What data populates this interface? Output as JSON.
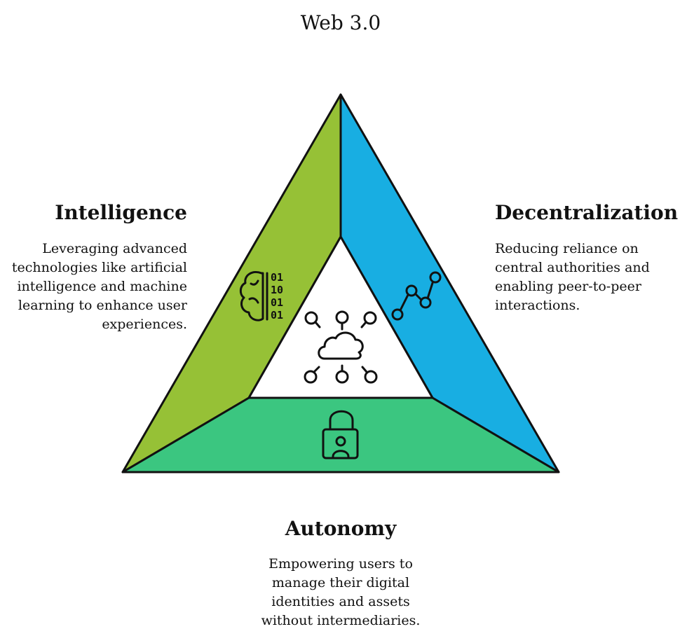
{
  "title": "Web 3.0",
  "sections": {
    "intelligence": {
      "heading": "Intelligence",
      "description": "Leveraging advanced technologies like artificial intelligence and machine learning to enhance user experiences.",
      "color": "#96c136",
      "icon": "brain-binary-icon"
    },
    "decentralization": {
      "heading": "Decentralization",
      "description": "Reducing reliance on central authorities and enabling peer-to-peer interactions.",
      "color": "#18aee2",
      "icon": "network-nodes-icon"
    },
    "autonomy": {
      "heading": "Autonomy",
      "description": "Empowering users to manage their digital identities and assets without intermediaries.",
      "color": "#3bc680",
      "icon": "lock-user-icon"
    }
  },
  "center": {
    "icon": "cloud-network-icon",
    "color": "#ffffff"
  },
  "binary_digits": [
    "01",
    "10",
    "01",
    "01"
  ]
}
